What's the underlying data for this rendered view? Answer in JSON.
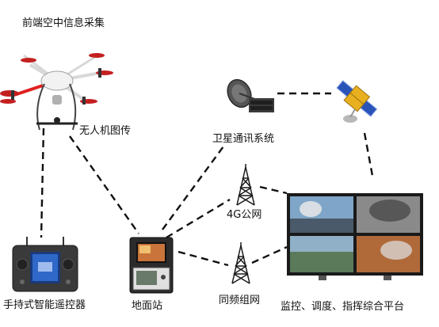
{
  "title": "前端空中信息采集",
  "nodes": {
    "drone": "无人机图传",
    "satellite_comm": "卫星通讯系统",
    "network_4g": "4G公网",
    "same_freq": "同频组网",
    "handheld_controller": "手持式智能遥控器",
    "ground_station": "地面站",
    "platform": "监控、调度、指挥综合平台"
  },
  "colors": {
    "link": "#111111",
    "drone_arm": "#e02020",
    "sky": "#7fa6c8",
    "solar_panel": "#2a54b8",
    "satellite_gold": "#e8b020"
  }
}
